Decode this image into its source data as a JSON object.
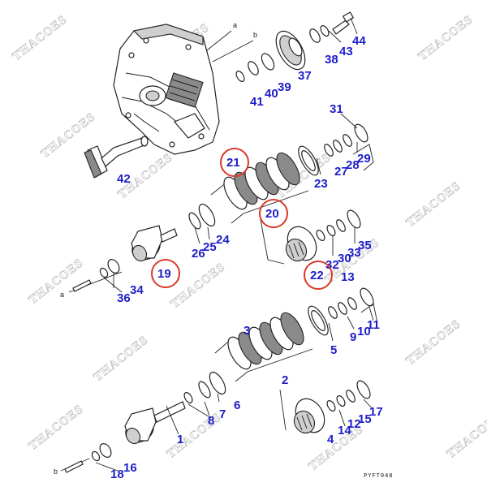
{
  "watermark": "THACOES",
  "drawing_code": "PYFT048",
  "reference_letters": [
    "a",
    "b",
    "a",
    "b"
  ],
  "highlight_color": "#d83a2a",
  "callout_color": "#1d1dc8",
  "callouts": [
    "1",
    "2",
    "3",
    "4",
    "5",
    "6",
    "7",
    "8",
    "9",
    "10",
    "11",
    "12",
    "13",
    "14",
    "15",
    "16",
    "17",
    "18",
    "19",
    "20",
    "21",
    "22",
    "23",
    "24",
    "25",
    "26",
    "27",
    "28",
    "29",
    "30",
    "31",
    "32",
    "33",
    "34",
    "35",
    "36",
    "37",
    "38",
    "39",
    "40",
    "41",
    "42",
    "43",
    "44"
  ],
  "highlighted": [
    "21",
    "20",
    "19",
    "22"
  ]
}
